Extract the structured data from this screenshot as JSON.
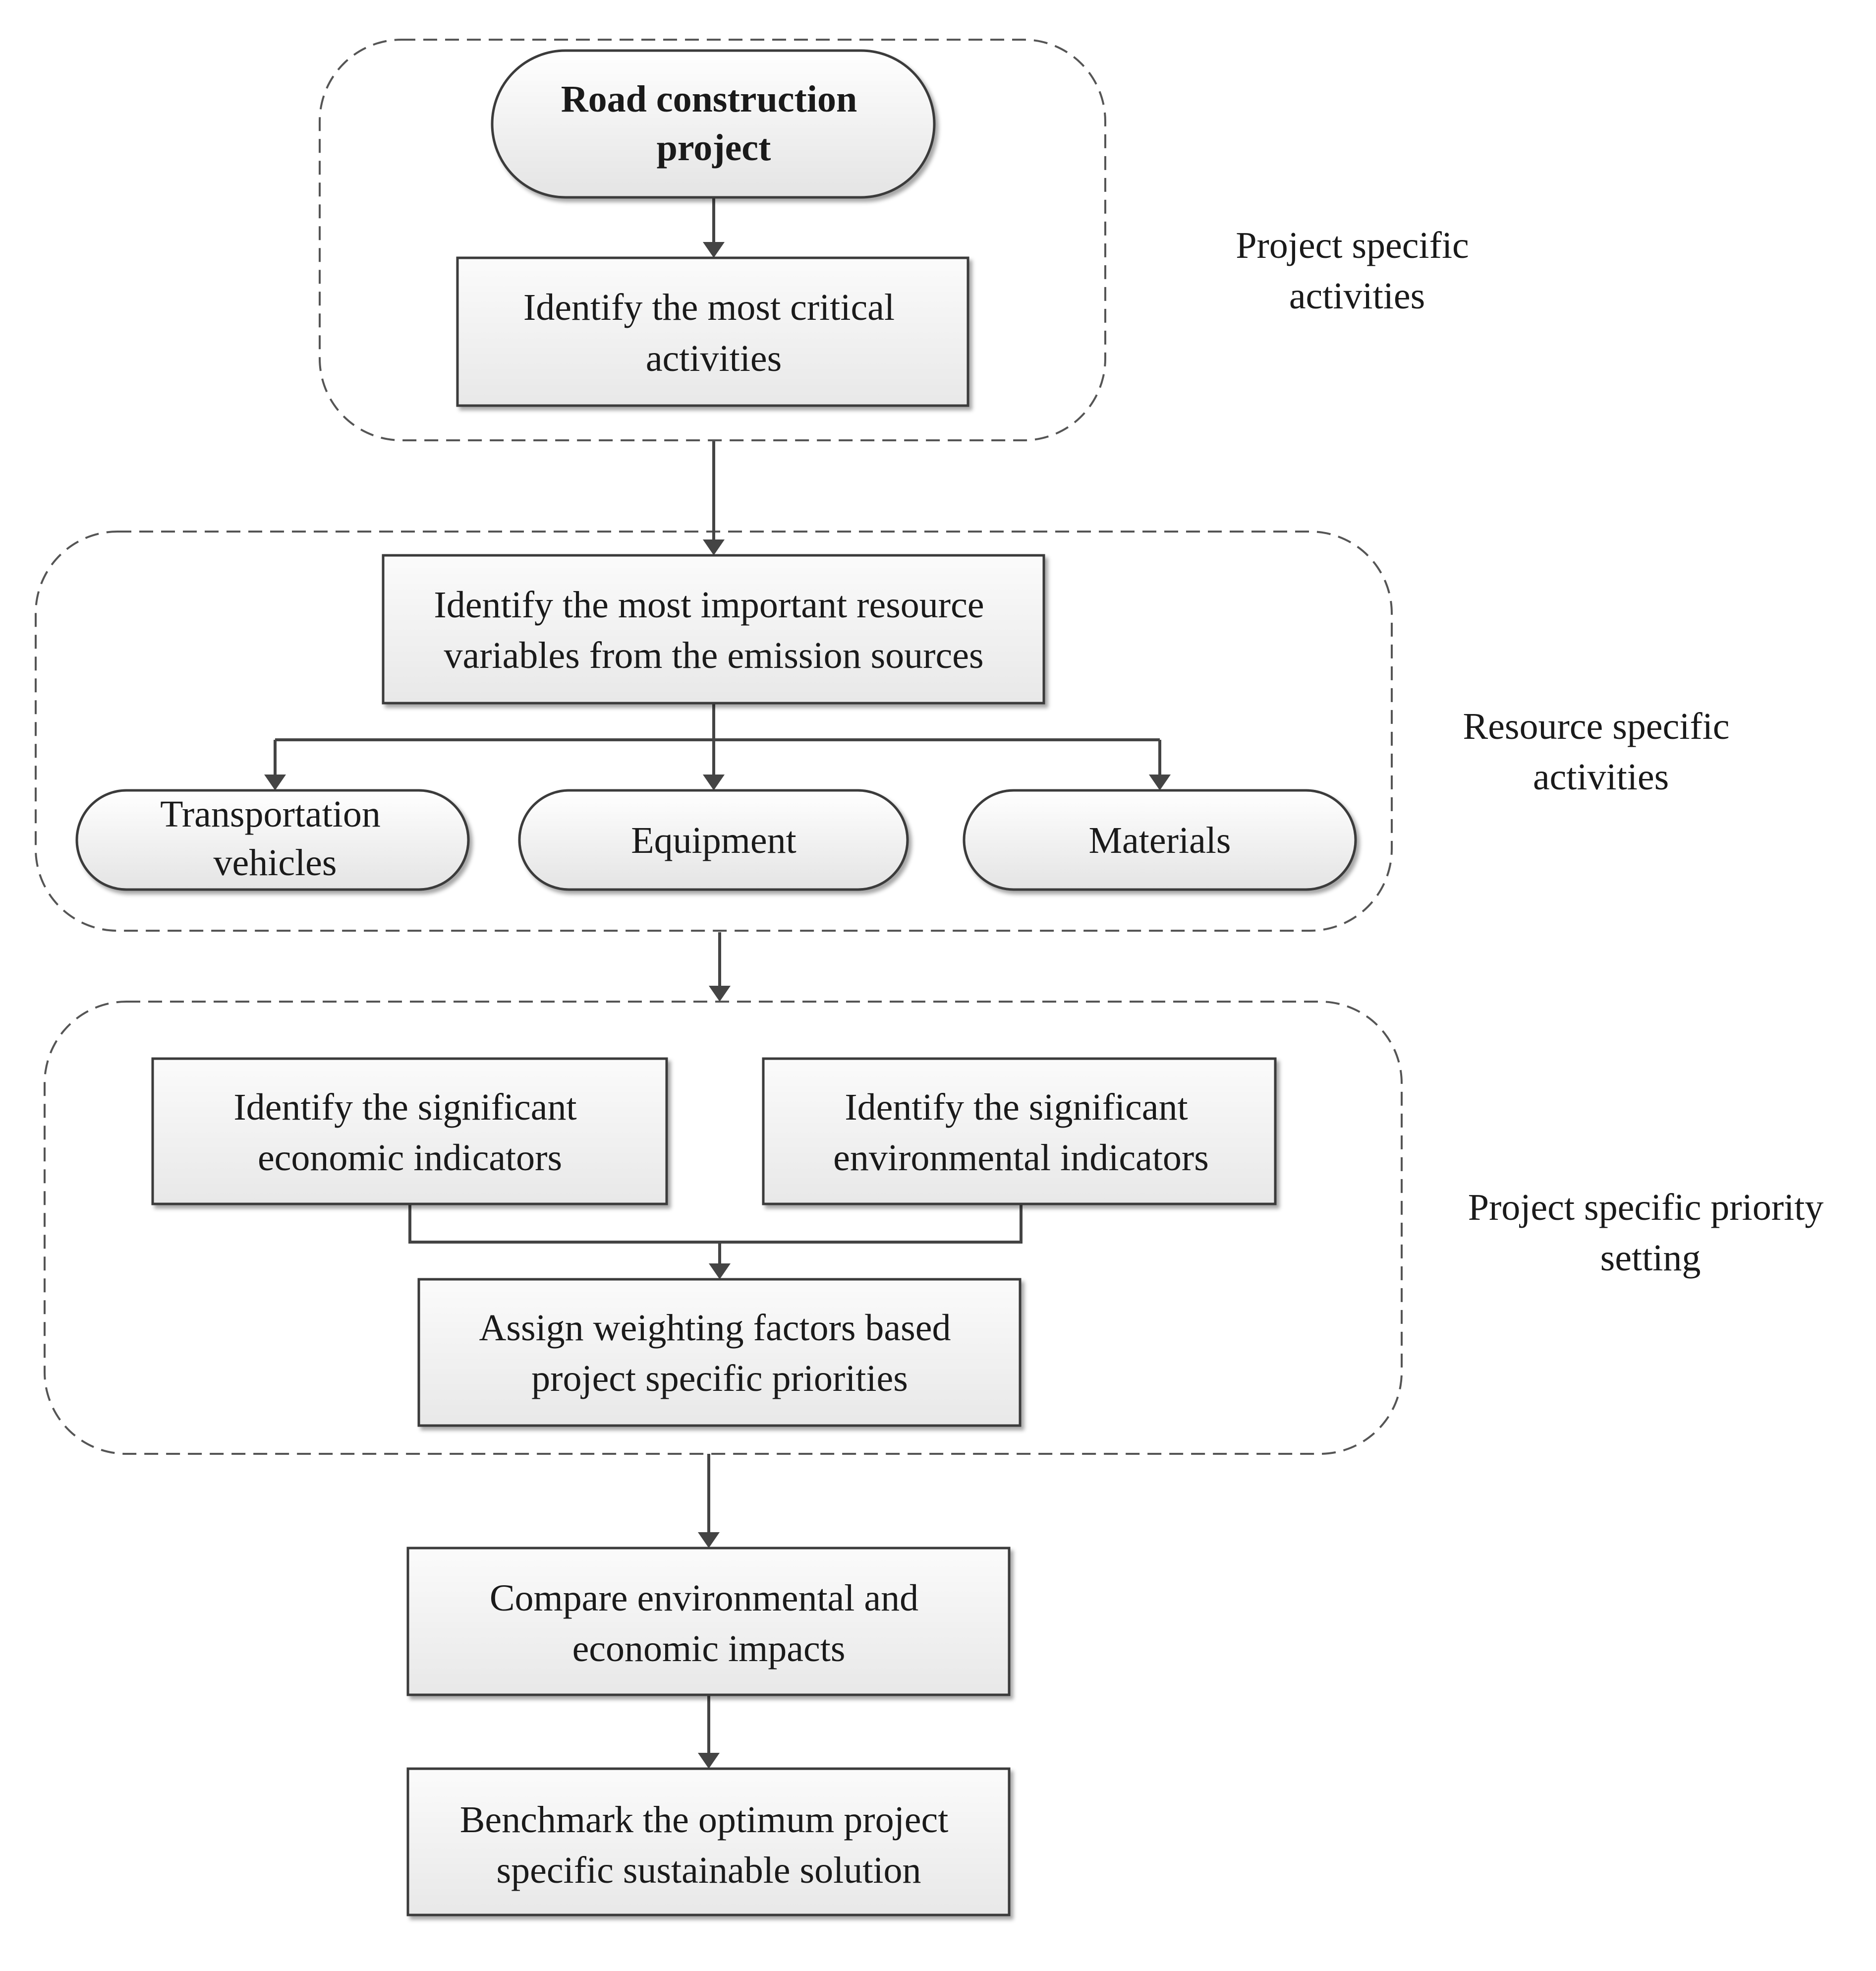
{
  "nodes": {
    "start": {
      "lines": [
        "Road construction",
        "project"
      ]
    },
    "critical_activities": {
      "lines": [
        "Identify the most critical",
        "activities"
      ]
    },
    "resource_variables": {
      "lines": [
        "Identify the most important resource",
        "variables from the emission sources"
      ]
    },
    "transportation": {
      "lines": [
        "Transportation",
        "vehicles"
      ]
    },
    "equipment": {
      "lines": [
        "Equipment"
      ]
    },
    "materials": {
      "lines": [
        "Materials"
      ]
    },
    "economic_indicators": {
      "lines": [
        "Identify the significant",
        "economic indicators"
      ]
    },
    "environmental_indicators": {
      "lines": [
        "Identify the significant",
        "environmental indicators"
      ]
    },
    "weighting": {
      "lines": [
        "Assign weighting factors based",
        "project specific priorities"
      ]
    },
    "compare": {
      "lines": [
        "Compare environmental and",
        "economic impacts"
      ]
    },
    "benchmark": {
      "lines": [
        "Benchmark the optimum project",
        "specific sustainable solution"
      ]
    }
  },
  "groups": {
    "project_activities": {
      "label_lines": [
        "Project specific",
        "activities"
      ]
    },
    "resource_activities": {
      "label_lines": [
        "Resource specific",
        "activities"
      ]
    },
    "priority_setting": {
      "label_lines": [
        "Project specific priority",
        "setting"
      ]
    }
  }
}
